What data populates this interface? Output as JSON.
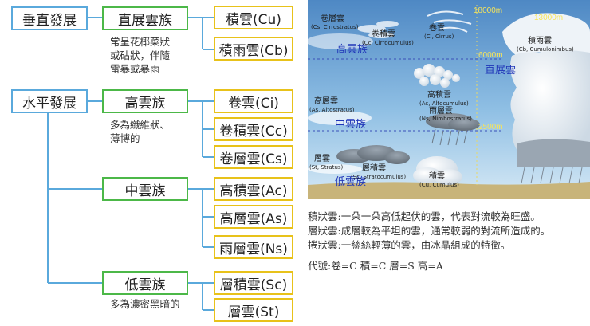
{
  "tree": {
    "vertical": {
      "label": "垂直發展",
      "family": "直展雲族",
      "note": [
        "常呈花椰菜狀",
        "或砧狀，伴隨",
        "雷暴或暴雨"
      ],
      "types": [
        "積雲(Cu)",
        "積雨雲(Cb)"
      ]
    },
    "horizontal": {
      "label": "水平發展",
      "high": {
        "family": "高雲族",
        "note": [
          "多為纖維狀、",
          "薄博的"
        ],
        "types": [
          "卷雲(Ci)",
          "卷積雲(Cc)",
          "卷層雲(Cs)"
        ]
      },
      "middle": {
        "family": "中雲族",
        "types": [
          "高積雲(Ac)",
          "高層雲(As)",
          "雨層雲(Ns)"
        ]
      },
      "low": {
        "family": "低雲族",
        "note": [
          "多為濃密黑暗的"
        ],
        "types": [
          "層積雲(Sc)",
          "層雲(St)"
        ]
      }
    }
  },
  "sky": {
    "altitudes": [
      "18000m",
      "13000m",
      "6000m",
      "2500m"
    ],
    "zones": {
      "high": "高雲族",
      "middle": "中雲族",
      "low": "低雲族",
      "vertical": "直展雲"
    },
    "clouds": {
      "cs": {
        "name": "卷層雲",
        "latin": "(Cs, Cirrostratus)"
      },
      "cc": {
        "name": "卷積雲",
        "latin": "(Cc, Cirrocumulus)"
      },
      "ci": {
        "name": "卷雲",
        "latin": "(Ci, Cirrus)"
      },
      "cb": {
        "name": "積雨雲",
        "latin": "(Cb, Cumulonimbus)"
      },
      "as": {
        "name": "高層雲",
        "latin": "(As, Altostratus)"
      },
      "ac": {
        "name": "高積雲",
        "latin": "(Ac, Altocumulus)"
      },
      "ns": {
        "name": "雨層雲",
        "latin": "(Ns, Nimbostratus)"
      },
      "st": {
        "name": "層雲",
        "latin": "(St, Stratus)"
      },
      "sc": {
        "name": "層積雲",
        "latin": "(Sc, Stratocumulus)"
      },
      "cu": {
        "name": "積雲",
        "latin": "(Cu, Cumulus)"
      }
    }
  },
  "legend": [
    "積狀雲:一朵一朵高低起伏的雲，代表對流較為旺盛。",
    "層狀雲:成層較為平坦的雲，通常較弱的對流所造成的。",
    "捲狀雲:一絲絲輕薄的雲，由冰晶組成的特徵。"
  ],
  "codes": "代號:卷=C 積=C 層=S 高=A",
  "colors": {
    "blue_box": "#5aa9dc",
    "green_box": "#4cb848",
    "yellow_box": "#e8c21a",
    "zone_text": "#2036b8",
    "sky_top": "#4e88c4",
    "sky_bottom": "#cfe4f2"
  }
}
